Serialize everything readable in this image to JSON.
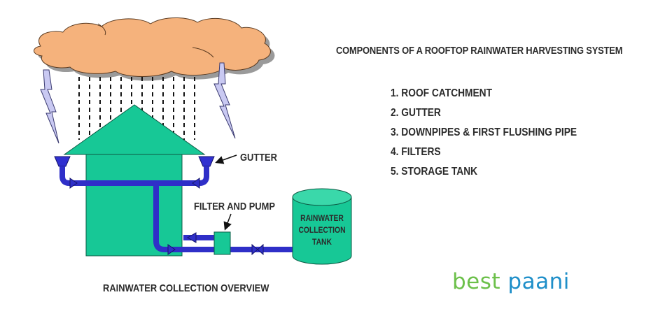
{
  "diagram": {
    "title": "Components of a rooftop rainwater harvesting system",
    "labels": {
      "gutter": "GUTTER",
      "filter_and_pump": "FILTER AND PUMP",
      "tank_line1": "RAINWATER",
      "tank_line2": "COLLECTION",
      "tank_line3": "TANK"
    },
    "caption": "RAINWATER COLLECTION OVERVIEW",
    "colors": {
      "cloud": "#f5b27c",
      "house": "#17c896",
      "pipe": "#2f2fc8",
      "lightning": "#c9c9f2",
      "text": "#2b2b2b"
    }
  },
  "components": {
    "heading": "COMPONENTS OF A ROOFTOP RAINWATER HARVESTING SYSTEM",
    "items": [
      "1. ROOF CATCHMENT",
      "2. GUTTER",
      "3. DOWNPIPES & FIRST FLUSHING PIPE",
      "4. FILTERS",
      "5. STORAGE TANK"
    ]
  },
  "brand": {
    "part1": "best",
    "part2": "paani"
  }
}
